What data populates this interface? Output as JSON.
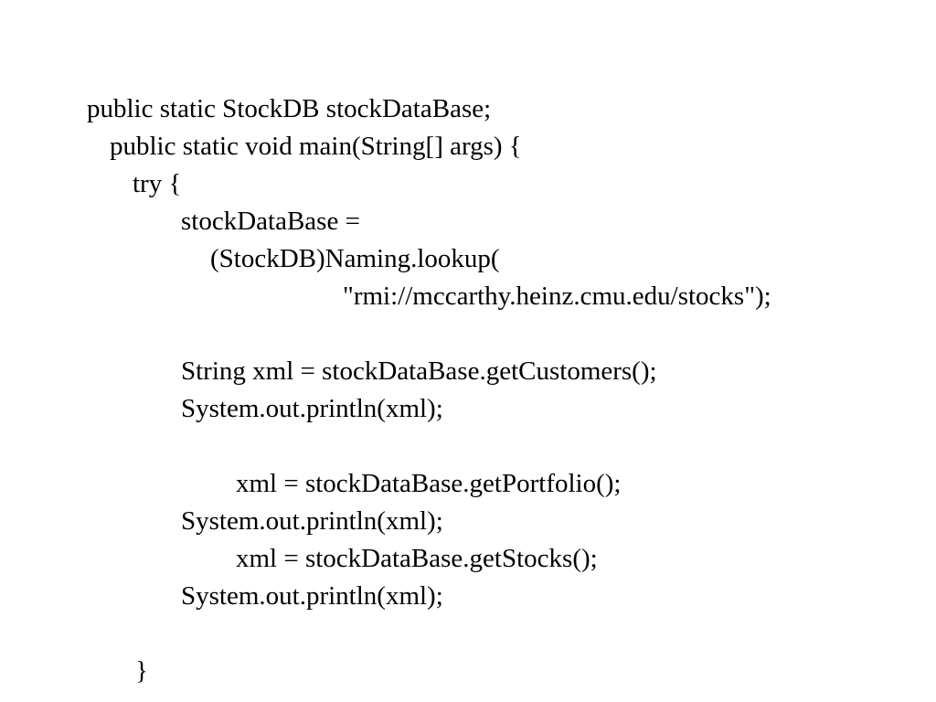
{
  "code": {
    "lines": [
      "public static StockDB stockDataBase;",
      "public static void main(String[] args) {",
      "try {",
      "stockDataBase =",
      "(StockDB)Naming.lookup(",
      "\"rmi://mccarthy.heinz.cmu.edu/stocks\");",
      "String xml = stockDataBase.getCustomers();",
      "System.out.println(xml);",
      "xml = stockDataBase.getPortfolio();",
      "System.out.println(xml);",
      "xml = stockDataBase.getStocks();",
      "System.out.println(xml);",
      "}"
    ]
  }
}
